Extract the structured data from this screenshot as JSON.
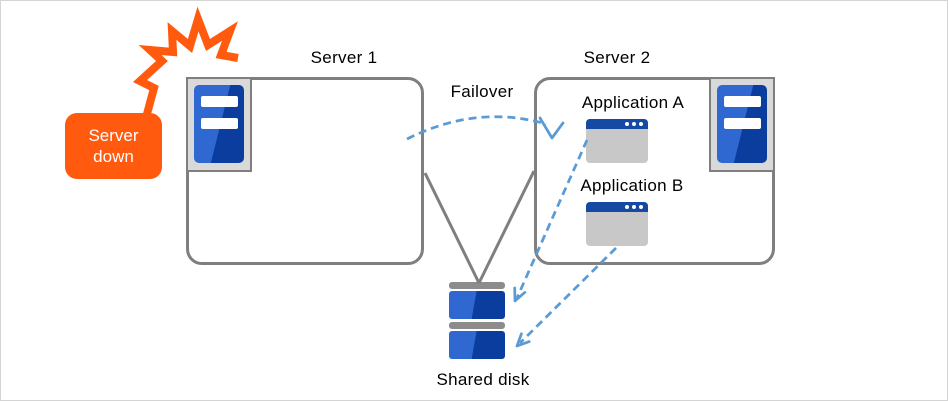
{
  "diagram": {
    "callout": {
      "line1": "Server",
      "line2": "down"
    },
    "server1": {
      "label": "Server 1"
    },
    "server2": {
      "label": "Server 2",
      "apps": [
        {
          "label": "Application A"
        },
        {
          "label": "Application B"
        }
      ]
    },
    "failover_label": "Failover",
    "shared_disk_label": "Shared disk"
  },
  "icons": {
    "burst": "lightning-burst-icon",
    "server_tower": "server-tower-icon",
    "app_window": "app-window-icon",
    "shared_disk": "disk-stack-icon",
    "failover_arrow": "dashed-curved-arrow-icon",
    "disk_access_arrow": "dashed-arrow-icon"
  },
  "colors": {
    "callout_orange": "#FF5A0D",
    "outline_gray": "#7F7F7F",
    "dashed_arrow_blue": "#5B9BD5",
    "tower_blue_light": "#2E68D0",
    "tower_blue_dark": "#0B3D9E",
    "window_title_blue": "#1549A4",
    "window_body_gray": "#C8C8C8",
    "icon_frame_gray": "#D9D9D9",
    "disk_cap_gray": "#8C8C8C"
  }
}
